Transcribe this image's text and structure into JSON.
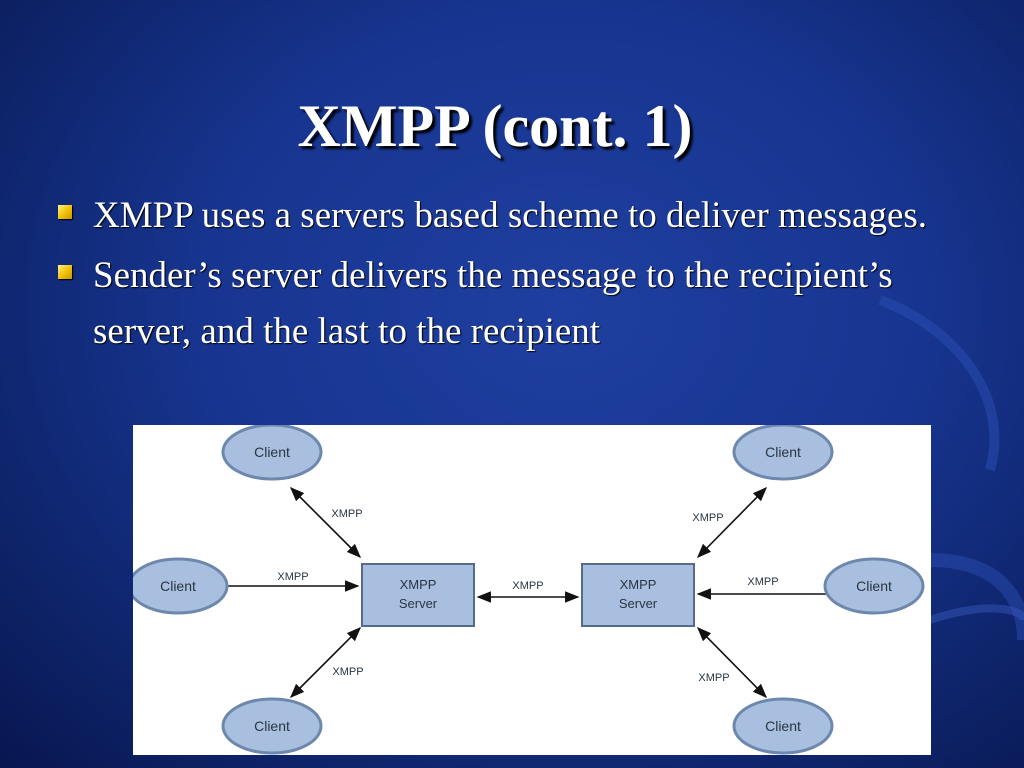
{
  "slide": {
    "title": "XMPP (cont. 1)",
    "bullets": [
      "XMPP uses a servers based scheme to deliver messages.",
      "Sender’s server delivers the message to the recipient’s server, and the last to the recipient"
    ]
  },
  "diagram": {
    "servers": [
      {
        "id": "left",
        "label": [
          "XMPP",
          "Server"
        ]
      },
      {
        "id": "right",
        "label": [
          "XMPP",
          "Server"
        ]
      }
    ],
    "clients": [
      {
        "id": "left-top",
        "label": "Client"
      },
      {
        "id": "left-middle",
        "label": "Client"
      },
      {
        "id": "left-bottom",
        "label": "Client"
      },
      {
        "id": "right-top",
        "label": "Client"
      },
      {
        "id": "right-middle",
        "label": "Client"
      },
      {
        "id": "right-bottom",
        "label": "Client"
      }
    ],
    "connections": [
      {
        "from": "left-top",
        "to": "left",
        "label": "XMPP"
      },
      {
        "from": "left-middle",
        "to": "left",
        "label": "XMPP"
      },
      {
        "from": "left-bottom",
        "to": "left",
        "label": "XMPP"
      },
      {
        "from": "left",
        "to": "right",
        "label": "XMPP"
      },
      {
        "from": "right-top",
        "to": "right",
        "label": "XMPP"
      },
      {
        "from": "right-middle",
        "to": "right",
        "label": "XMPP"
      },
      {
        "from": "right-bottom",
        "to": "right",
        "label": "XMPP"
      }
    ],
    "colors": {
      "client_fill": "#a8bfe0",
      "client_stroke": "#6d87ad",
      "server_fill": "#a8bfe0",
      "server_stroke": "#556b8c",
      "arrow": "#111111"
    }
  }
}
